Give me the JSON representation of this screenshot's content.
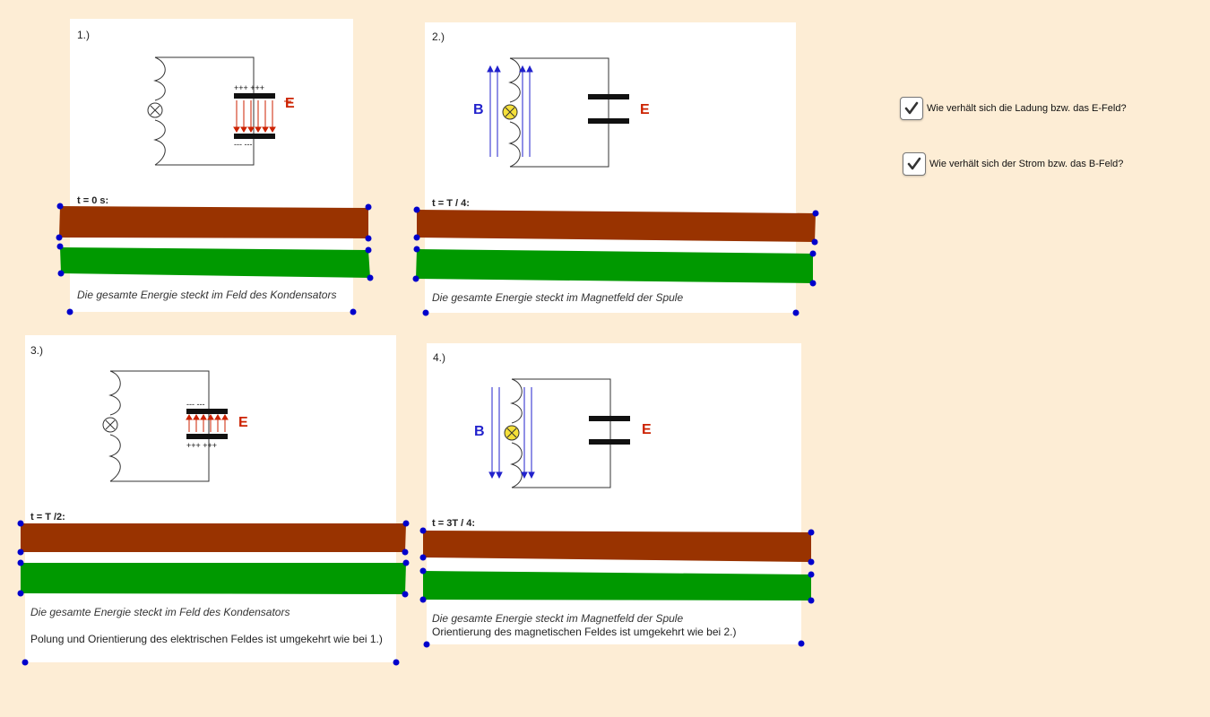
{
  "panels": [
    {
      "number": "1.)",
      "time_label": "t = 0 s:",
      "caption": "Die gesamte Energie steckt im Feld des Kondensators",
      "note": "",
      "field_symbol": "E"
    },
    {
      "number": "2.)",
      "time_label": "t = T / 4:",
      "caption": "Die gesamte Energie steckt im Magnetfeld der Spule",
      "note": "",
      "b_symbol": "B",
      "field_symbol": "E"
    },
    {
      "number": "3.)",
      "time_label": "t = T /2:",
      "caption": "Die gesamte Energie steckt im Feld des Kondensators",
      "note": "Polung und Orientierung des elektrischen Feldes ist umgekehrt wie bei 1.)",
      "field_symbol": "E"
    },
    {
      "number": "4.)",
      "time_label": "t = 3T / 4:",
      "caption": "Die gesamte Energie steckt im Magnetfeld der Spule",
      "note": "Orientierung des magnetischen Feldes ist umgekehrt wie bei 2.)",
      "b_symbol": "B",
      "field_symbol": "E"
    }
  ],
  "checkboxes": [
    {
      "label": "Wie verhält sich die Ladung bzw. das E-Feld?",
      "checked": true
    },
    {
      "label": "Wie verhält sich der Strom bzw. das B-Feld?",
      "checked": true
    }
  ],
  "colors": {
    "background": "#fdedd5",
    "electric_energy_bar": "#993300",
    "magnetic_energy_bar": "#009900",
    "point": "#0000cc",
    "e_field": "#cc2200",
    "b_field": "#2222cc"
  }
}
